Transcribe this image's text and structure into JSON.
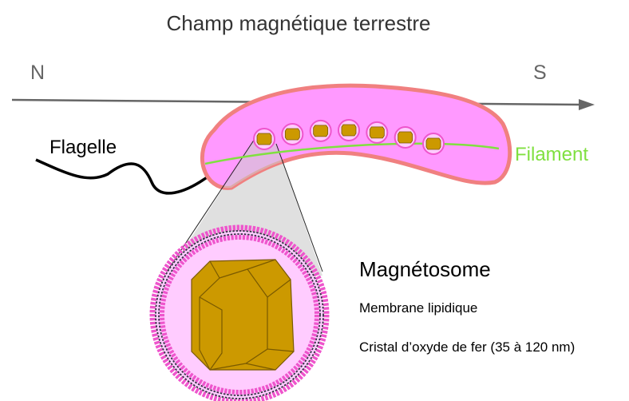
{
  "title": "Champ magnétique terrestre",
  "field": {
    "north_label": "N",
    "south_label": "S"
  },
  "bacterium": {
    "flagellum_label": "Flagelle",
    "filament_label": "Filament",
    "magnetosome_count": 7
  },
  "magnetosome": {
    "title": "Magnétosome",
    "membrane_label": "Membrane lipidique",
    "crystal_label": "Cristal d’oxyde de fer (35 à 120 nm)"
  },
  "colors": {
    "cell_fill": "#ff99ff",
    "cell_border": "#f08080",
    "filament": "#80e040",
    "crystal": "#cc9900",
    "membrane_heads": "#ee55cc",
    "membrane_interior": "#ffccff",
    "arrow": "#666666",
    "zoom_cone": "#dddddd"
  }
}
